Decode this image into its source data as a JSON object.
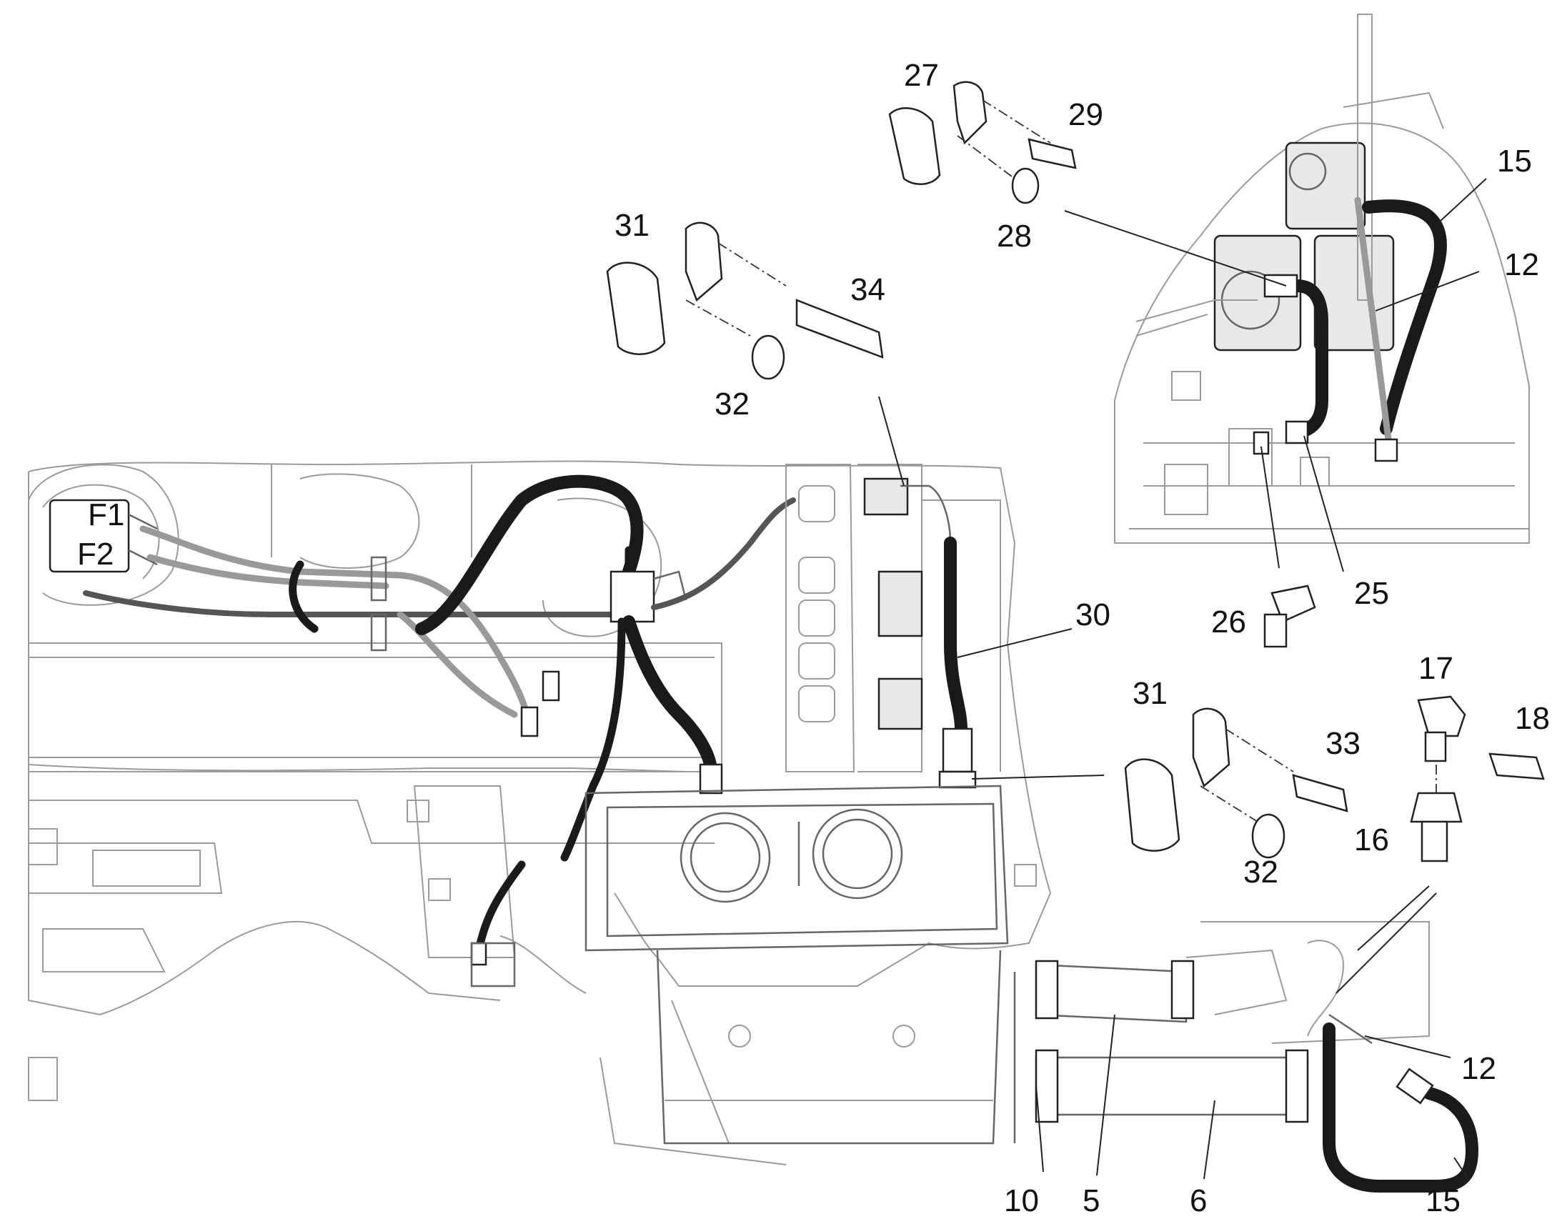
{
  "callouts": {
    "c27": "27",
    "c29": "29",
    "c28": "28",
    "c15a": "15",
    "c12a": "12",
    "c31a": "31",
    "c34": "34",
    "c32a": "32",
    "c30": "30",
    "c26": "26",
    "c25": "25",
    "c17": "17",
    "c18": "18",
    "c31b": "31",
    "c33": "33",
    "c16": "16",
    "c32b": "32",
    "c12b": "12",
    "c15b": "15",
    "c10": "10",
    "c5": "5",
    "c6": "6"
  },
  "labels": {
    "f1": "F1",
    "f2": "F2"
  },
  "colors": {
    "line": "#222222",
    "hose": "#1a1a1a",
    "background": "#ffffff",
    "outline": "#9a9a9a"
  }
}
